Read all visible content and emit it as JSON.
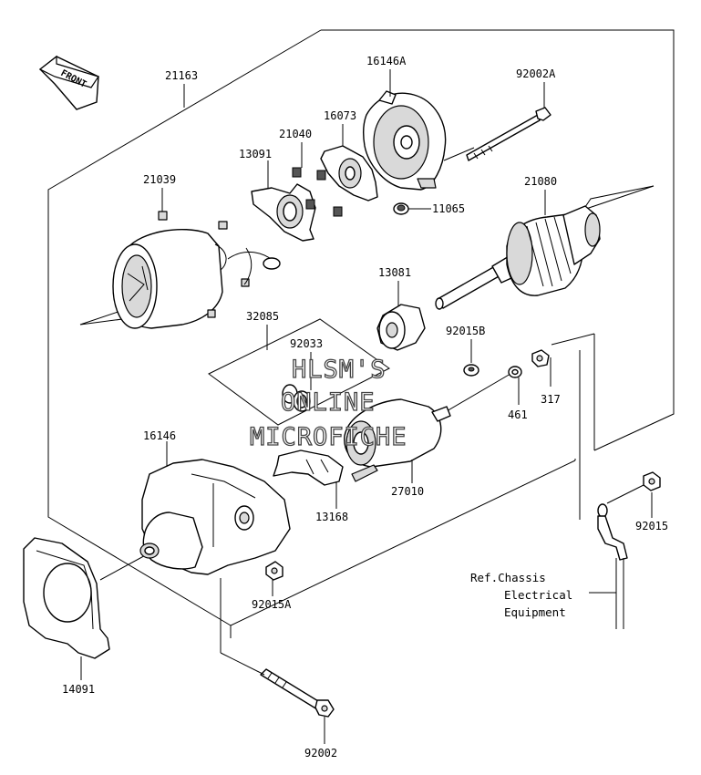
{
  "diagram": {
    "front_label": "FRONT",
    "watermark": [
      "HLSM'S",
      "ONLINE",
      "MICROFICHE"
    ],
    "reference_note": [
      "Ref.Chassis",
      "Electrical",
      "Equipment"
    ],
    "parts": [
      {
        "id": "21163",
        "name": "part-label-21163"
      },
      {
        "id": "16146A",
        "name": "part-label-16146a"
      },
      {
        "id": "92002A",
        "name": "part-label-92002a"
      },
      {
        "id": "16073",
        "name": "part-label-16073"
      },
      {
        "id": "21040",
        "name": "part-label-21040"
      },
      {
        "id": "13091",
        "name": "part-label-13091"
      },
      {
        "id": "21039",
        "name": "part-label-21039"
      },
      {
        "id": "11065",
        "name": "part-label-11065"
      },
      {
        "id": "21080",
        "name": "part-label-21080"
      },
      {
        "id": "13081",
        "name": "part-label-13081"
      },
      {
        "id": "32085",
        "name": "part-label-32085"
      },
      {
        "id": "92033",
        "name": "part-label-92033"
      },
      {
        "id": "92015B",
        "name": "part-label-92015b"
      },
      {
        "id": "317",
        "name": "part-label-317"
      },
      {
        "id": "461",
        "name": "part-label-461"
      },
      {
        "id": "16146",
        "name": "part-label-16146"
      },
      {
        "id": "27010",
        "name": "part-label-27010"
      },
      {
        "id": "13168",
        "name": "part-label-13168"
      },
      {
        "id": "92015",
        "name": "part-label-92015"
      },
      {
        "id": "92015A",
        "name": "part-label-92015a"
      },
      {
        "id": "14091",
        "name": "part-label-14091"
      },
      {
        "id": "92002",
        "name": "part-label-92002"
      }
    ]
  }
}
